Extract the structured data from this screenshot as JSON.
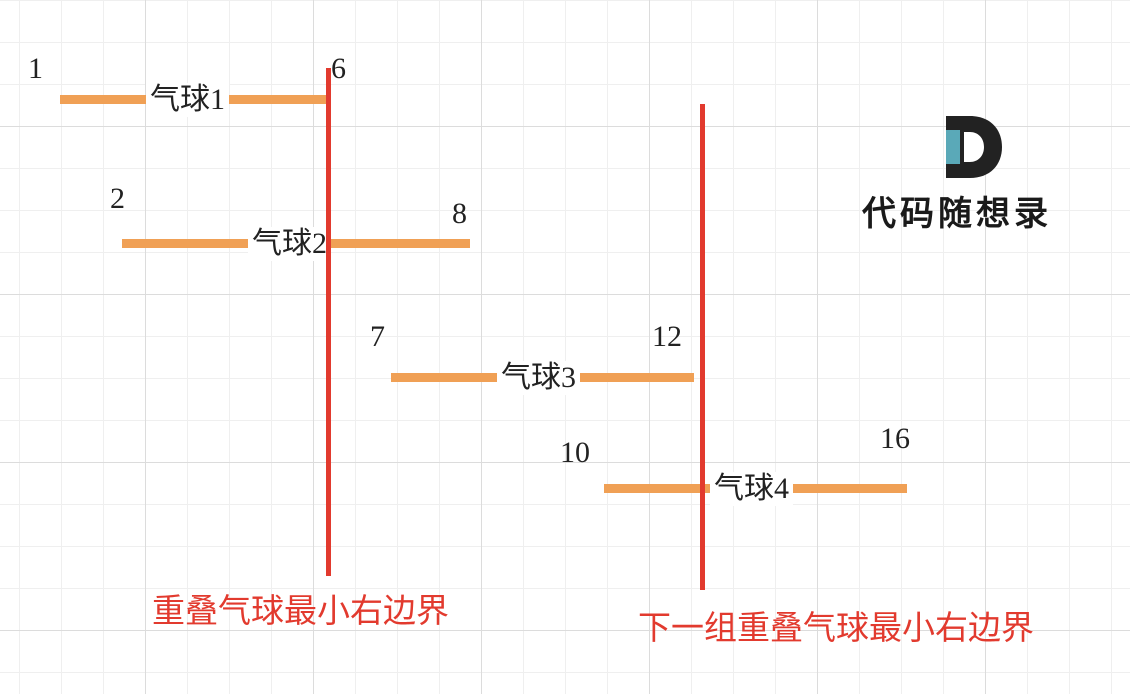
{
  "balloons": [
    {
      "label": "气球1",
      "start": "1",
      "end": "6"
    },
    {
      "label": "气球2",
      "start": "2",
      "end": "8"
    },
    {
      "label": "气球3",
      "start": "7",
      "end": "12"
    },
    {
      "label": "气球4",
      "start": "10",
      "end": "16"
    }
  ],
  "captions": {
    "first_boundary": "重叠气球最小右边界",
    "next_boundary": "下一组重叠气球最小右边界"
  },
  "logo": {
    "text": "代码随想录",
    "colors": {
      "dark": "#222222",
      "teal": "#5aa9b8"
    }
  },
  "colors": {
    "bar": "#f0a055",
    "boundary_line": "#e23a2e"
  }
}
